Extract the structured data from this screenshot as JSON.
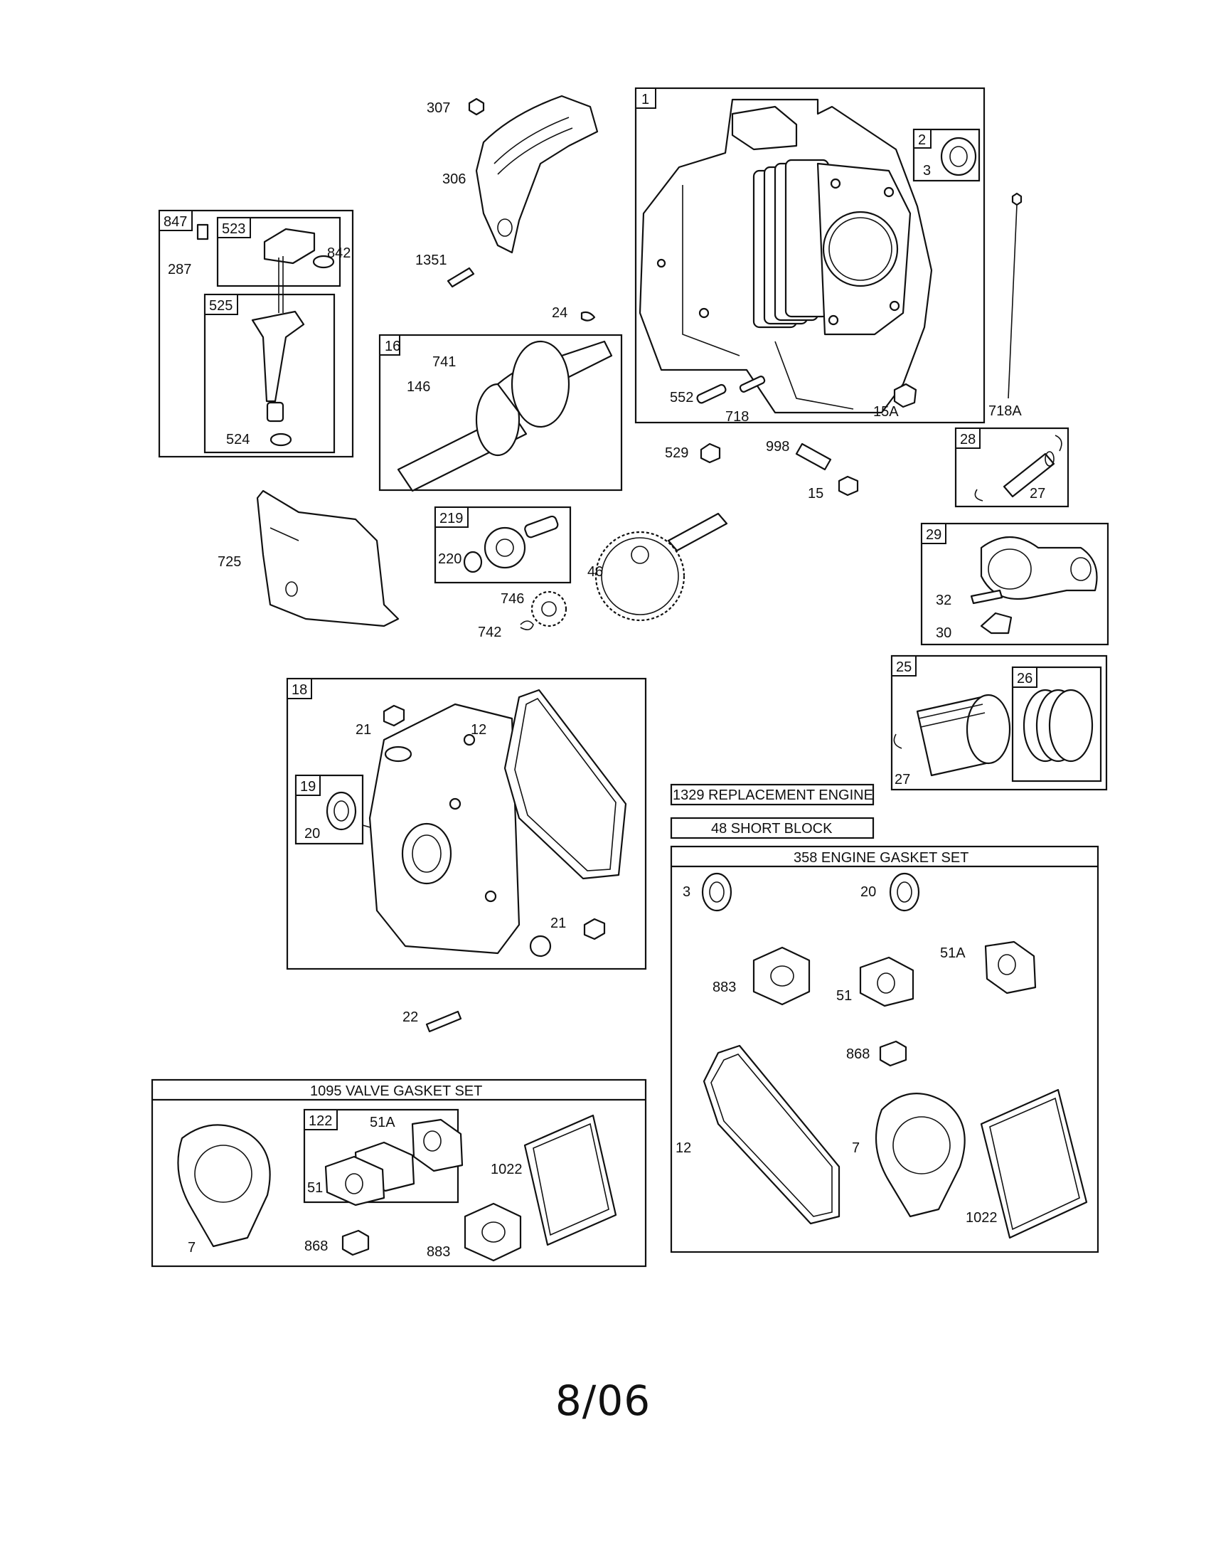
{
  "footer": {
    "date": "8/06"
  },
  "headers": {
    "replacement_engine": "1329 REPLACEMENT ENGINE",
    "short_block": "48 SHORT BLOCK",
    "engine_gasket_set": "358 ENGINE GASKET SET",
    "valve_gasket_set": "1095 VALVE GASKET SET"
  },
  "boxes": {
    "b1": "1",
    "b2": "2",
    "b847": "847",
    "b523": "523",
    "b525": "525",
    "b16": "16",
    "b219": "219",
    "b28": "28",
    "b29": "29",
    "b25": "25",
    "b26": "26",
    "b18": "18",
    "b19": "19",
    "b122": "122"
  },
  "labels": {
    "p307": "307",
    "p306": "306",
    "p1351": "1351",
    "p24": "24",
    "p3": "3",
    "p287": "287",
    "p842": "842",
    "p524": "524",
    "p741": "741",
    "p146": "146",
    "p552": "552",
    "p718": "718",
    "p15A": "15A",
    "p718A": "718A",
    "p529": "529",
    "p998": "998",
    "p15": "15",
    "p27a": "27",
    "p725": "725",
    "p220": "220",
    "p746": "746",
    "p742": "742",
    "p46": "46",
    "p32": "32",
    "p30": "30",
    "p27b": "27",
    "p21a": "21",
    "p12a": "12",
    "p20": "20",
    "p21b": "21",
    "p22": "22",
    "g3": "3",
    "g20": "20",
    "g51A": "51A",
    "g883": "883",
    "g51": "51",
    "g868": "868",
    "g12": "12",
    "g7": "7",
    "g1022": "1022",
    "v51A": "51A",
    "v51": "51",
    "v1022": "1022",
    "v7": "7",
    "v868": "868",
    "v883": "883"
  }
}
